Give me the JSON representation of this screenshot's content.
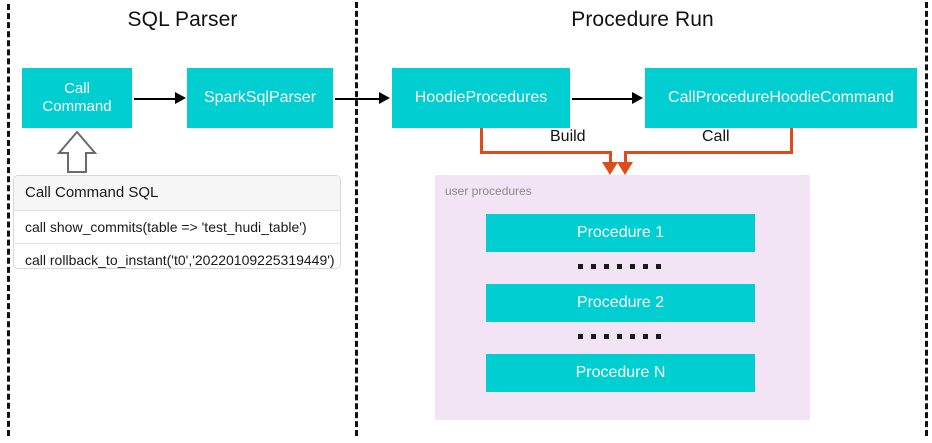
{
  "colors": {
    "cyan": "#00CED1",
    "purple_panel": "#F3E4F5",
    "orange": "#E04B1C",
    "black": "#111111",
    "gray_label": "#8a8a8a"
  },
  "panels": [
    {
      "title": "SQL Parser"
    },
    {
      "title": "Procedure Run"
    }
  ],
  "sql_parser": {
    "call_command_line1": "Call",
    "call_command_line2": "Command",
    "spark_sql_parser": "SparkSqlParser",
    "sql_list": {
      "header": "Call Command SQL",
      "rows": [
        "call show_commits(table => 'test_hudi_table')",
        "call rollback_to_instant('t0','20220109225319449')"
      ]
    }
  },
  "procedure_run": {
    "hoodie_procedures": "HoodieProcedures",
    "call_procedure_hoodie_command": "CallProcedureHoodieCommand",
    "build_label": "Build",
    "call_label": "Call",
    "user_procedures_label": "user procedures",
    "procedures": [
      "Procedure 1",
      "Procedure 2",
      "Procedure N"
    ]
  }
}
